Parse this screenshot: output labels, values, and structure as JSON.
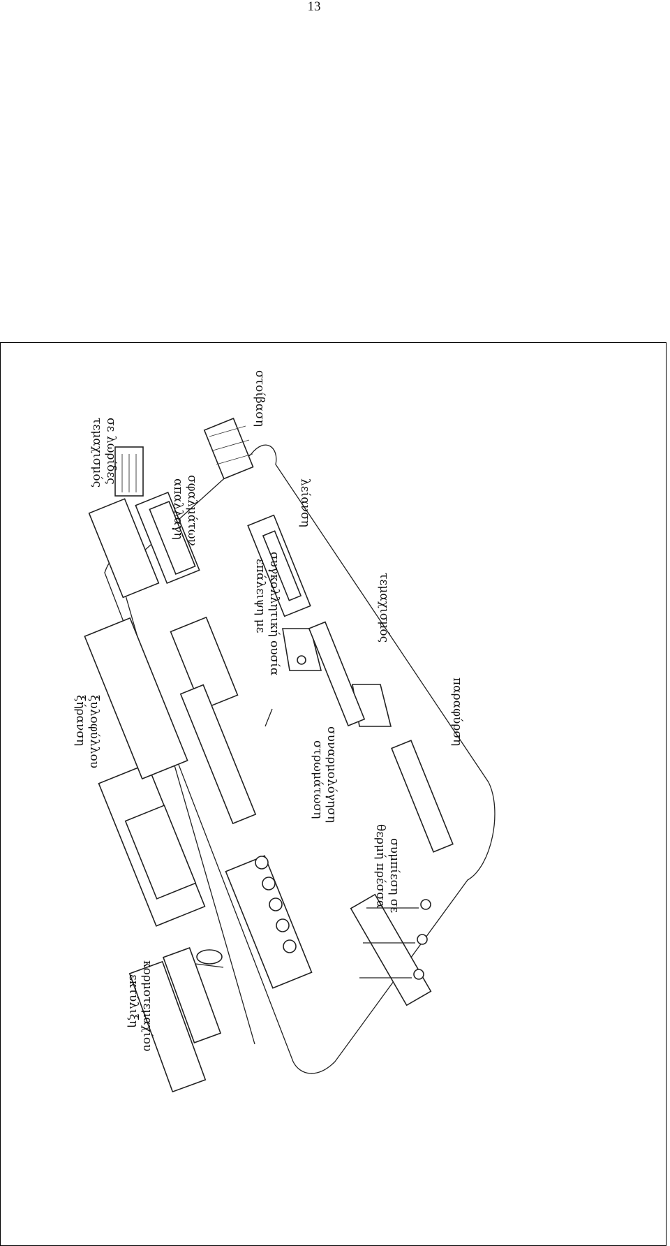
{
  "page_number": "13",
  "labels": {
    "stacking": "στοίβαση",
    "cutting_strips": [
      "τεμαχισμός",
      "σε λωρίδες"
    ],
    "defect_removal": [
      "απαλλαγή",
      "σφαλμάτων"
    ],
    "sanding": "λείανση",
    "glue_application": [
      "επάλειψη με",
      "συγκολλητική ουσία"
    ],
    "cutting": "τεμαχισμός",
    "drying_veneer": [
      "ξήρανση",
      "ξυλοφύλλου"
    ],
    "stacking_assembly": [
      "στρωμάτωση",
      "συναρμολόγηση"
    ],
    "trimming": "παραφύρση",
    "hot_press": [
      "θερμή πρέσσα",
      "συμπίεση σε"
    ],
    "peeling": [
      "εκτύλιξη",
      "κορμοτεμαχίου"
    ]
  }
}
